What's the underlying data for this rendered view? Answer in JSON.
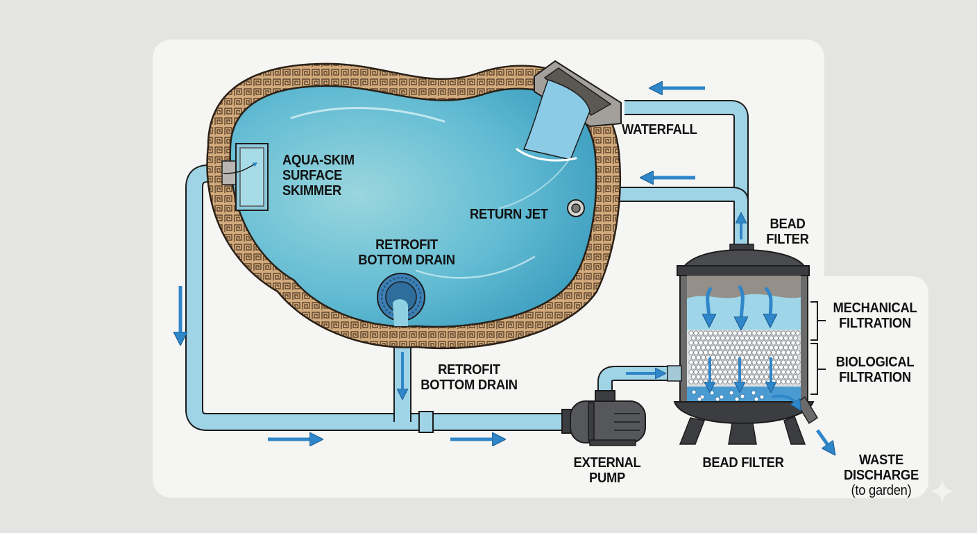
{
  "title": "Pond filtration circulation diagram",
  "labels": {
    "skimmer": "AQUA-SKIM\nSURFACE\nSKIMMER",
    "waterfall": "WATERFALL",
    "return_jet": "RETURN JET",
    "bottom_drain_pond": "RETROFIT\nBOTTOM DRAIN",
    "bottom_drain_pipe": "RETROFIT\nBOTTOM DRAIN",
    "bead_filter_top": "BEAD\nFILTER",
    "mechanical": "MECHANICAL\nFILTRATION",
    "biological": "BIOLOGICAL\nFILTRATION",
    "external_pump": "EXTERNAL\nPUMP",
    "bead_filter_bottom": "BEAD FILTER",
    "waste": "WASTE\nDISCHARGE",
    "waste_sub": "(to garden)"
  },
  "components": [
    {
      "id": "pond",
      "name": "Pond with Greek-key border"
    },
    {
      "id": "skimmer",
      "name": "Aqua-Skim Surface Skimmer"
    },
    {
      "id": "bottom_drain",
      "name": "Retrofit Bottom Drain"
    },
    {
      "id": "pump",
      "name": "External Pump"
    },
    {
      "id": "bead_filter",
      "name": "Bead Filter",
      "stages": [
        "Mechanical Filtration",
        "Biological Filtration"
      ]
    },
    {
      "id": "waterfall",
      "name": "Waterfall"
    },
    {
      "id": "return_jet",
      "name": "Return Jet"
    },
    {
      "id": "waste",
      "name": "Waste Discharge (to garden)"
    }
  ],
  "flow": [
    {
      "from": "skimmer",
      "to": "pump"
    },
    {
      "from": "bottom_drain",
      "to": "pump"
    },
    {
      "from": "pump",
      "to": "bead_filter"
    },
    {
      "from": "bead_filter",
      "to": "waterfall"
    },
    {
      "from": "bead_filter",
      "to": "return_jet"
    },
    {
      "from": "bead_filter",
      "to": "waste"
    }
  ],
  "colors": {
    "background": "#e4e4e2",
    "panel": "#f5f5f3",
    "water": "#5fb6d0",
    "water_light": "#9fd8e6",
    "pipe": "#9fd3e6",
    "arrow": "#2f86c9",
    "border_stone": "#cfa77a",
    "equipment": "#4a4b4e",
    "outline": "#1c1c1c"
  }
}
